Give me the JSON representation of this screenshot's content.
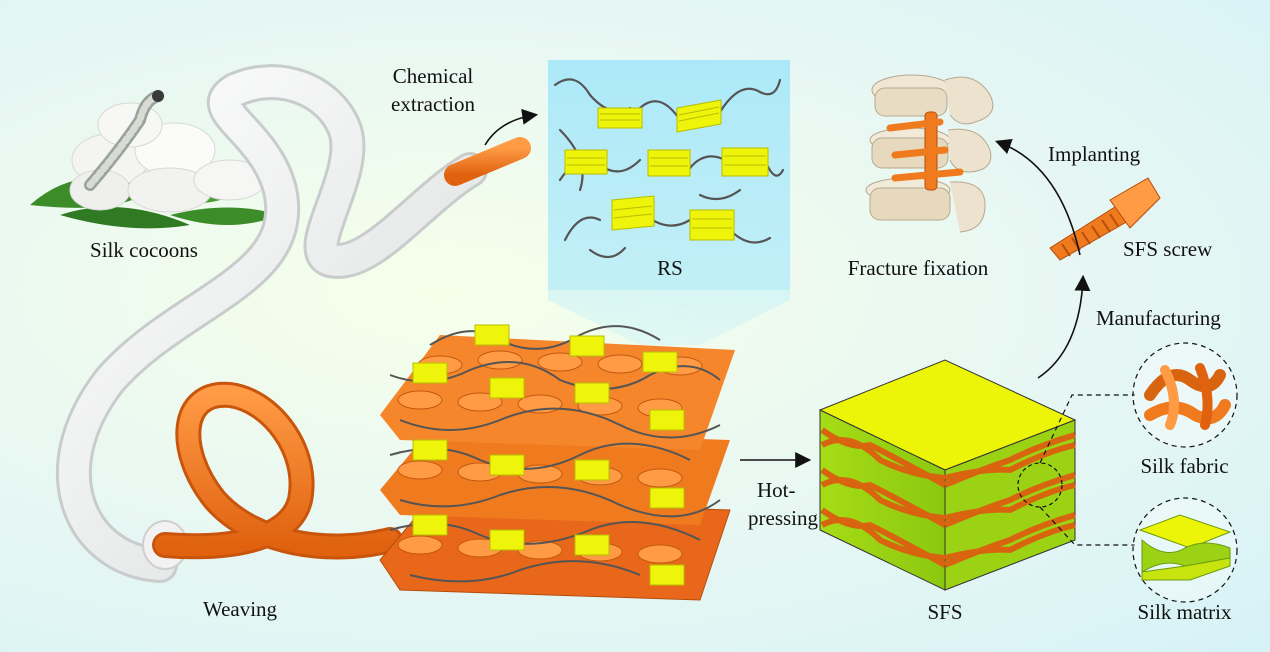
{
  "labels": {
    "silk_cocoons": "Silk cocoons",
    "chemical_extraction_line1": "Chemical",
    "chemical_extraction_line2": "extraction",
    "rs": "RS",
    "implanting": "Implanting",
    "fracture_fixation": "Fracture fixation",
    "sfs_screw": "SFS screw",
    "manufacturing": "Manufacturing",
    "hot_pressing_line1": "Hot-",
    "hot_pressing_line2": "pressing",
    "sfs": "SFS",
    "silk_fabric": "Silk fabric",
    "silk_matrix": "Silk matrix",
    "weaving": "Weaving"
  },
  "colors": {
    "orange": "#f07a1e",
    "yellow": "#f2f60a",
    "green": "#8bd21a",
    "cyan": "#aeeaf7",
    "bone": "#e6dcc8",
    "fiber": "#6b6b6b"
  }
}
